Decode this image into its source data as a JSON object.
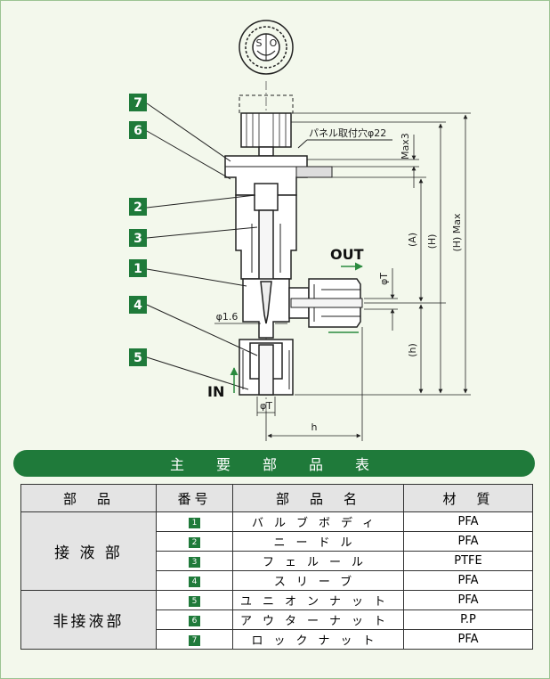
{
  "callouts": [
    "7",
    "6",
    "2",
    "3",
    "1",
    "4",
    "5"
  ],
  "labels": {
    "panel_hole": "パネル取付穴φ22",
    "max3": "Max3",
    "out": "OUT",
    "in": "IN",
    "phi16": "φ1.6",
    "phiT_out": "φT",
    "phiT_in": "φT",
    "dim_A": "(A)",
    "dim_H": "(H)",
    "dim_Hmax": "(H) Max",
    "dim_h_paren": "(h)",
    "dim_h": "h",
    "knob_S": "S",
    "knob_O": "O"
  },
  "table": {
    "title": "主　要　部　品　表",
    "headers": [
      "部　品",
      "番号",
      "部　品　名",
      "材　質"
    ],
    "groups": [
      {
        "category": "接 液 部",
        "rows": [
          {
            "num": "1",
            "name": "バルブボディ",
            "material": "PFA"
          },
          {
            "num": "2",
            "name": "ニードル",
            "material": "PFA"
          },
          {
            "num": "3",
            "name": "フェルール",
            "material": "PTFE"
          },
          {
            "num": "4",
            "name": "スリーブ",
            "material": "PFA"
          }
        ]
      },
      {
        "category": "非接液部",
        "rows": [
          {
            "num": "5",
            "name": "ユニオンナット",
            "material": "PFA"
          },
          {
            "num": "6",
            "name": "アウターナット",
            "material": "P.P"
          },
          {
            "num": "7",
            "name": "ロックナット",
            "material": "PFA"
          }
        ]
      }
    ]
  },
  "colors": {
    "accent": "#1f7a3a",
    "background": "#f3f8ec",
    "header_gray": "#e4e4e4"
  }
}
